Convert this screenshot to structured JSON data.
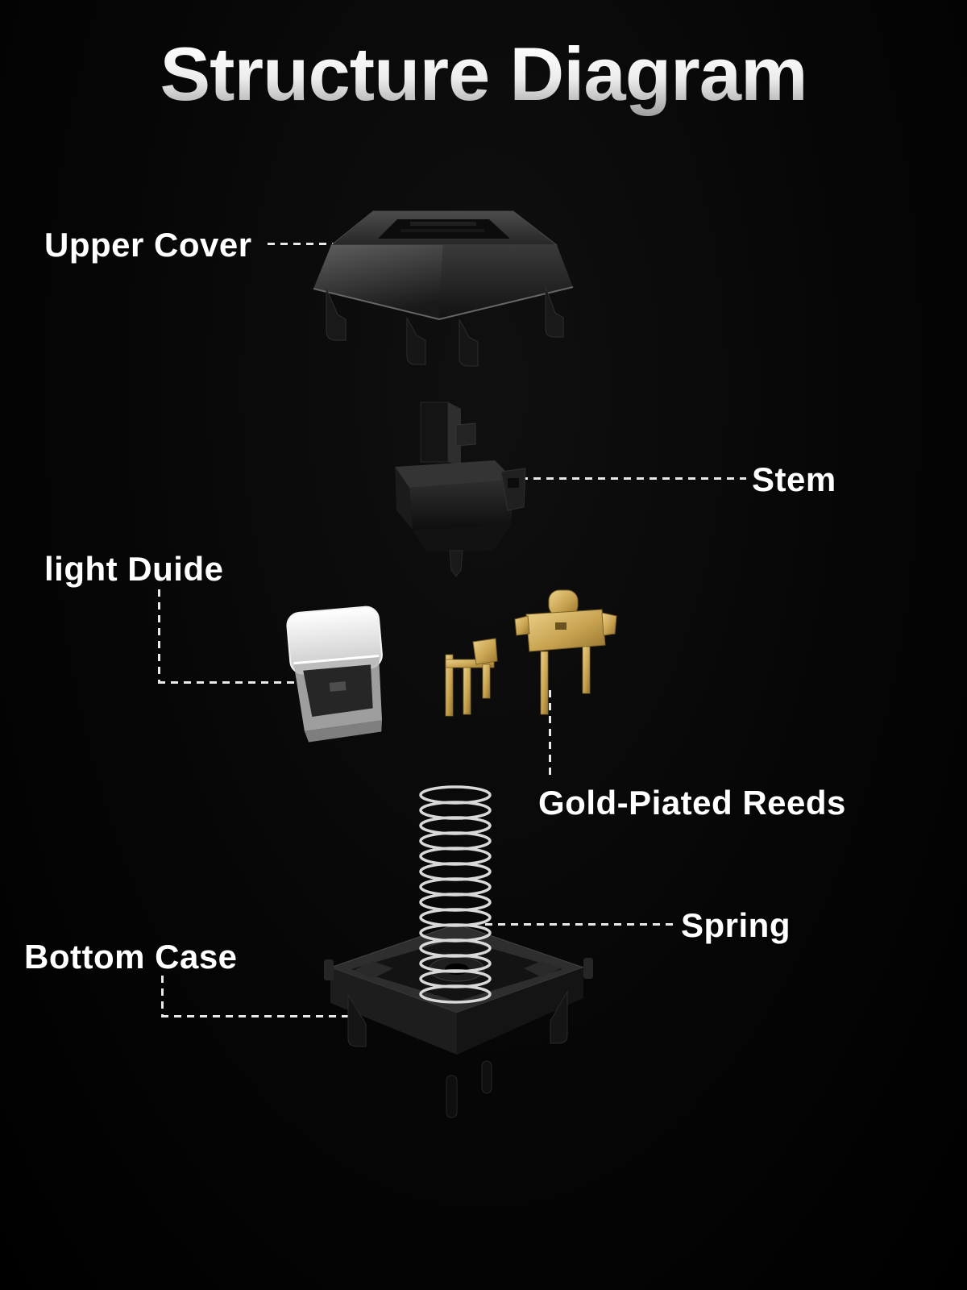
{
  "title": "Structure Diagram",
  "labels": {
    "upper_cover": "Upper Cover",
    "stem": "Stem",
    "light_guide": "light Duide",
    "reeds": "Gold-Piated Reeds",
    "spring": "Spring",
    "bottom_case": "Bottom Case"
  },
  "parts": [
    {
      "name": "upper-cover",
      "label": "Upper Cover"
    },
    {
      "name": "stem",
      "label": "Stem"
    },
    {
      "name": "light-guide",
      "label": "light Duide"
    },
    {
      "name": "gold-plated-reeds",
      "label": "Gold-Piated Reeds"
    },
    {
      "name": "spring",
      "label": "Spring"
    },
    {
      "name": "bottom-case",
      "label": "Bottom Case"
    }
  ],
  "colors": {
    "background": "#060606",
    "label_text": "#ffffff",
    "leader_line": "#e9e9e9",
    "gold": "#c9a452",
    "plastic_dark": "#1a1a1a",
    "plastic_translucent": "#e6e6e6",
    "spring_metal": "#d9d9d9"
  }
}
